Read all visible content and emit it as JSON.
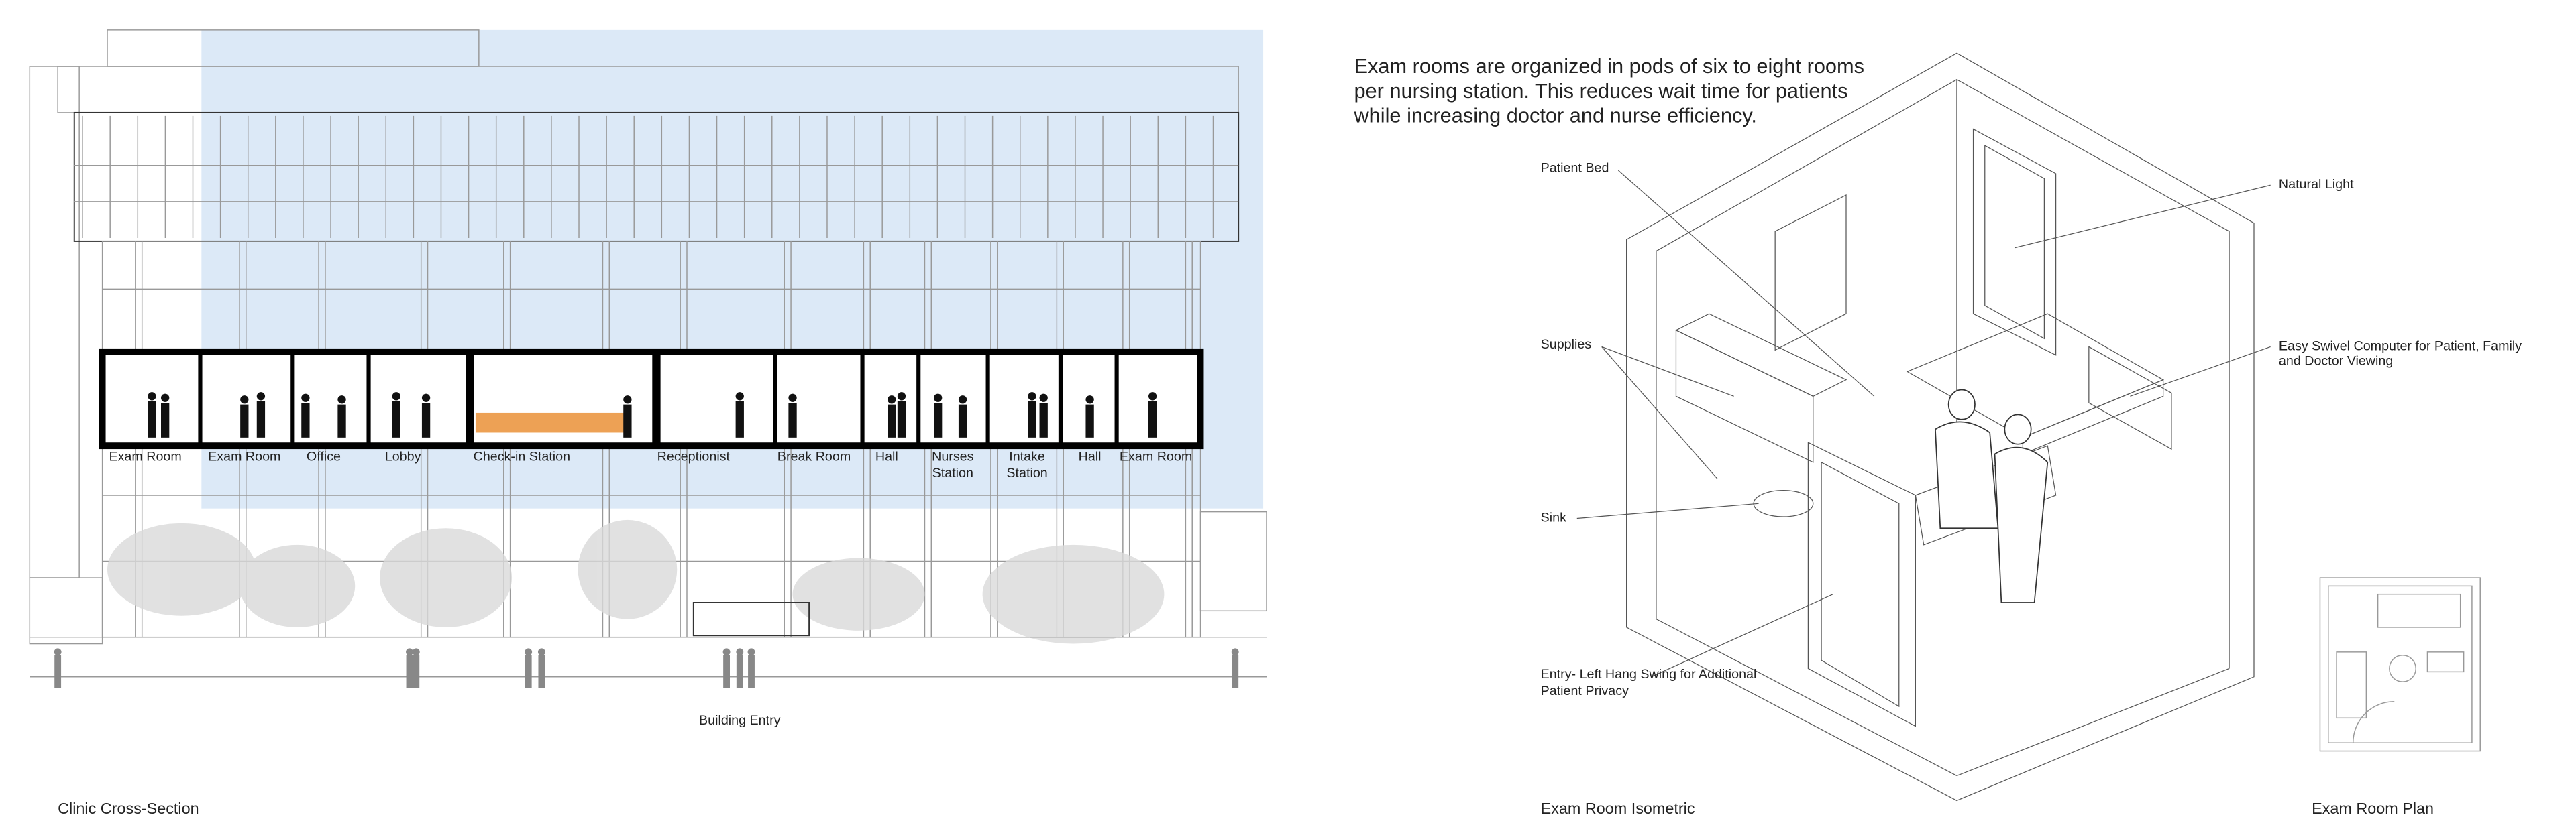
{
  "cross_section": {
    "caption": "Clinic Cross-Section",
    "entry_label": "Building Entry",
    "rooms": [
      {
        "line1": "Exam Room",
        "line2": ""
      },
      {
        "line1": "Exam Room",
        "line2": ""
      },
      {
        "line1": "Office",
        "line2": ""
      },
      {
        "line1": "Lobby",
        "line2": ""
      },
      {
        "line1": "Check-in Station",
        "line2": ""
      },
      {
        "line1": "Receptionist",
        "line2": ""
      },
      {
        "line1": "Break Room",
        "line2": ""
      },
      {
        "line1": "Hall",
        "line2": ""
      },
      {
        "line1": "Nurses",
        "line2": "Station"
      },
      {
        "line1": "Intake",
        "line2": "Station"
      },
      {
        "line1": "Hall",
        "line2": ""
      },
      {
        "line1": "Exam Room",
        "line2": ""
      }
    ],
    "colors": {
      "sky": "#dce9f7",
      "section": "#000000",
      "accent": "#e8892a",
      "trees": "#d9d9d9"
    }
  },
  "isometric": {
    "intro": [
      "Exam rooms are organized in pods of six to eight rooms",
      "per nursing station. This reduces wait time for patients",
      "while increasing doctor and nurse efficiency."
    ],
    "callouts": {
      "patient_bed": "Patient Bed",
      "natural_light": "Natural Light",
      "supplies": "Supplies",
      "computer_1": "Easy Swivel Computer for Patient, Family",
      "computer_2": "and Doctor Viewing",
      "sink": "Sink",
      "entry_1": "Entry- Left Hang Swing for Additional",
      "entry_2": "Patient Privacy"
    },
    "caption": "Exam Room Isometric"
  },
  "plan": {
    "caption": "Exam Room Plan"
  }
}
